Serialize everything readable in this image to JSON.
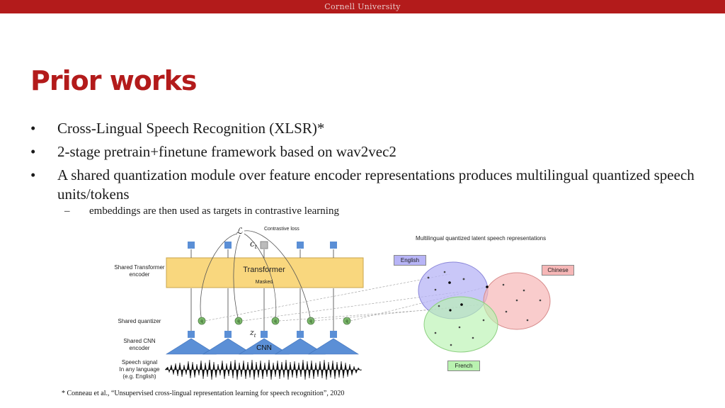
{
  "header": {
    "university": "Cornell University"
  },
  "slide": {
    "title": "Prior works",
    "bullets": [
      "Cross-Lingual Speech Recognition (XLSR)*",
      "2-stage pretrain+finetune framework based on wav2vec2",
      "A shared quantization module over feature encoder representations produces multilingual quantized speech units/tokens"
    ],
    "bullet_marker": "•",
    "sub_marker": "–",
    "sub_bullet": "embeddings are then used as targets in contrastive learning",
    "footnote": "* Conneau et al., “Unsupervised cross-lingual representation learning for speech recognition”, 2020"
  },
  "figure": {
    "labels": {
      "loss_symbol": "ℒ",
      "contrastive_loss": "Contrastive loss",
      "ct": "c",
      "ct_sub": "t",
      "zt": "z",
      "zt_sub": "t",
      "shared_transformer_1": "Shared Transformer",
      "shared_transformer_2": "encoder",
      "transformer": "Transformer",
      "masked": "Masked",
      "shared_quantizer": "Shared quantizer",
      "shared_cnn_1": "Shared CNN",
      "shared_cnn_2": "encoder",
      "speech_1": "Speech signal",
      "speech_2": "In any language",
      "speech_3": "(e.g. English)",
      "cnn": "CNN",
      "q": "q",
      "latent_title": "Multilingual quantized latent speech representations"
    },
    "languages": {
      "english": "English",
      "chinese": "Chinese",
      "french": "French"
    },
    "colors": {
      "accent": "#b31b1b",
      "transformer": "#f9d77e",
      "cnn": "#5b8fd6",
      "english": "#b7b4f6",
      "chinese": "#f6b7b7",
      "french": "#b9f2b0"
    }
  }
}
